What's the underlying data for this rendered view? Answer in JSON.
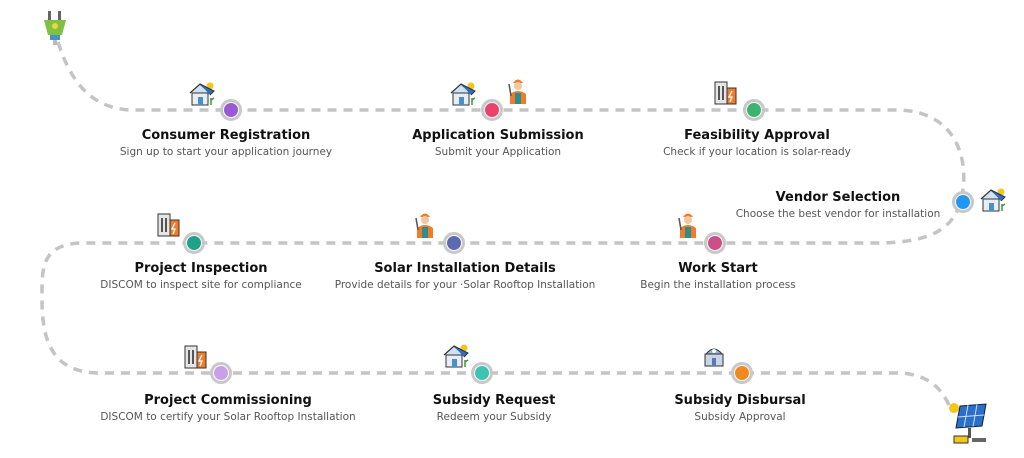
{
  "steps": [
    {
      "title": "Consumer Registration",
      "subtitle": "Sign up to start your application journey",
      "color": "#9b59d6",
      "icon": "solar-house-icon"
    },
    {
      "title": "Application Submission",
      "subtitle": "Submit your Application",
      "color": "#e8436b",
      "icon": "solar-house-worker-icon"
    },
    {
      "title": "Feasibility Approval",
      "subtitle": "Check if your location is solar-ready",
      "color": "#3cb371",
      "icon": "discom-building-icon"
    },
    {
      "title": "Vendor Selection",
      "subtitle": "Choose the best vendor for installation",
      "color": "#2196f3",
      "icon": "solar-house-icon"
    },
    {
      "title": "Work Start",
      "subtitle": "Begin the installation process",
      "color": "#cc4f8a",
      "icon": "worker-icon"
    },
    {
      "title": "Solar Installation Details",
      "subtitle": "Provide details for your ·Solar Rooftop Installation",
      "color": "#5c6bb0",
      "icon": "worker-icon"
    },
    {
      "title": "Project Inspection",
      "subtitle": "DISCOM to inspect site for compliance",
      "color": "#1fa28a",
      "icon": "discom-building-icon"
    },
    {
      "title": "Project Commissioning",
      "subtitle": "DISCOM to certify your Solar Rooftop Installation",
      "color": "#c9a0e8",
      "icon": "discom-building-icon"
    },
    {
      "title": "Subsidy Request",
      "subtitle": "Redeem your Subsidy",
      "color": "#3cc4b0",
      "icon": "solar-house-icon"
    },
    {
      "title": "Subsidy Disbursal",
      "subtitle": "Subsidy Approval",
      "color": "#f2891d",
      "icon": "government-building-icon"
    }
  ]
}
